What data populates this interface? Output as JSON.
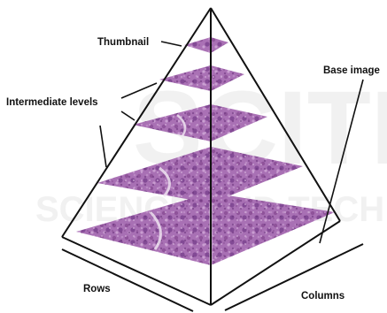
{
  "labels": {
    "thumbnail": "Thumbnail",
    "intermediate": "Intermediate levels",
    "base": "Base image",
    "rows": "Rows",
    "columns": "Columns"
  },
  "watermark": {
    "row1": "SCITE",
    "row2": "SCIENCE AND TECH"
  },
  "colors": {
    "tissue_dark": "#8a4c96",
    "tissue_light": "#c79ad0",
    "tissue_pale": "#e4d0e8",
    "outline": "#111111",
    "watermark": "#e6e6e6"
  },
  "levels": [
    {
      "name": "thumbnail"
    },
    {
      "name": "intermediate-1"
    },
    {
      "name": "intermediate-2"
    },
    {
      "name": "intermediate-3"
    },
    {
      "name": "base"
    }
  ]
}
